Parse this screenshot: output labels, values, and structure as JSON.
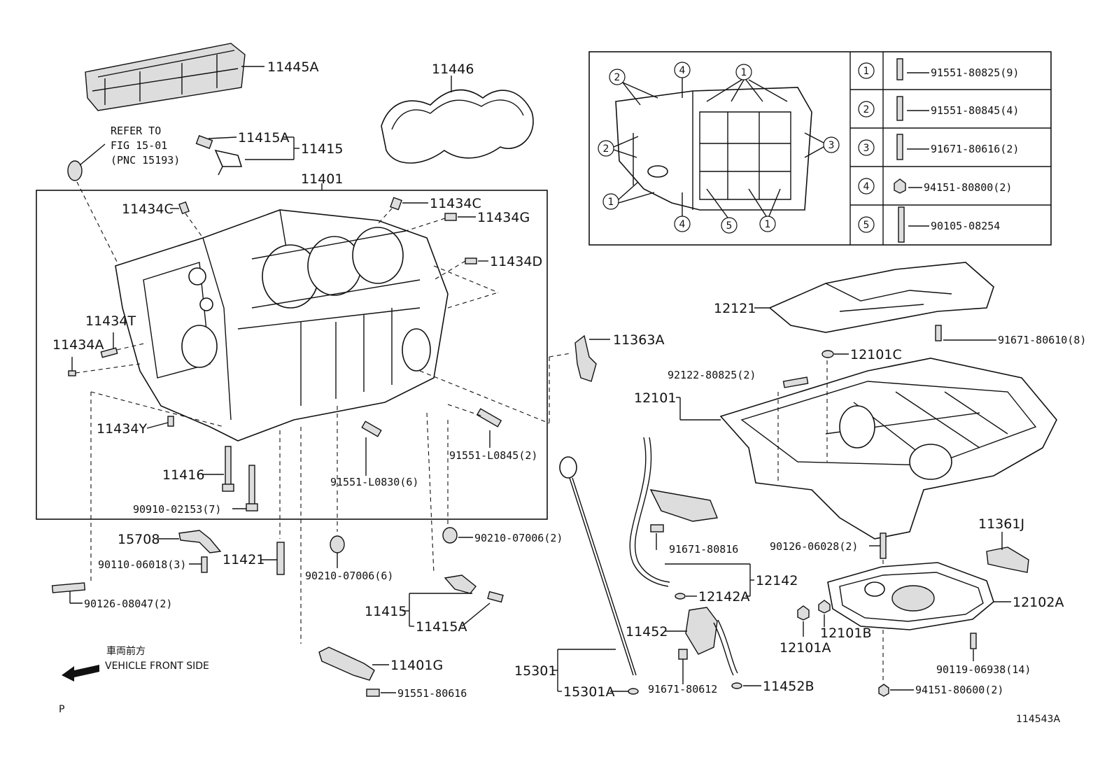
{
  "labels": {
    "p11445A": "11445A",
    "p11446": "11446",
    "refer1": "REFER TO",
    "refer2": "FIG 15-01",
    "refer3": "(PNC 15193)",
    "p11415A_top": "11415A",
    "p11415_top": "11415",
    "p11401": "11401",
    "p11434C_left": "11434C",
    "p11434C_right": "11434C",
    "p11434G": "11434G",
    "p11434D": "11434D",
    "p11434T": "11434T",
    "p11434A": "11434A",
    "p11434Y": "11434Y",
    "p11416": "11416",
    "p90910": "90910-02153(7)",
    "p91551L0830": "91551-L0830(6)",
    "p91551L0845": "91551-L0845(2)",
    "p11363A": "11363A",
    "p15708": "15708",
    "p90110": "90110-06018(3)",
    "p11421": "11421",
    "p90210_mid": "90210-07006(6)",
    "p90210_right": "90210-07006(2)",
    "p90126_08047": "90126-08047(2)",
    "p11415_bot": "11415",
    "p11415A_bot": "11415A",
    "p11401G": "11401G",
    "p91551_80616": "91551-80616",
    "front_jp": "車両前方",
    "front_en": "VEHICLE FRONT SIDE",
    "p_mark": "P",
    "fig_id": "114543A",
    "p12121": "12121",
    "p91671_80610": "91671-80610(8)",
    "p12101C": "12101C",
    "p92122": "92122-80825(2)",
    "p12101": "12101",
    "p15301": "15301",
    "p15301A": "15301A",
    "p91671_80816": "91671-80816",
    "p12142": "12142",
    "p12142A": "12142A",
    "p11452": "11452",
    "p91671_80612": "91671-80612",
    "p11452B": "11452B",
    "p90126_06028": "90126-06028(2)",
    "p11361J": "11361J",
    "p12102A": "12102A",
    "p12101A": "12101A",
    "p12101B": "12101B",
    "p90119": "90119-06938(14)",
    "p94151_80600": "94151-80600(2)"
  },
  "legend": [
    {
      "num": "1",
      "part": "91551-80825(9)"
    },
    {
      "num": "2",
      "part": "91551-80845(4)"
    },
    {
      "num": "3",
      "part": "91671-80616(2)"
    },
    {
      "num": "4",
      "part": "94151-80800(2)"
    },
    {
      "num": "5",
      "part": "90105-08254"
    }
  ],
  "callouts": [
    "1",
    "2",
    "3",
    "4",
    "5"
  ]
}
